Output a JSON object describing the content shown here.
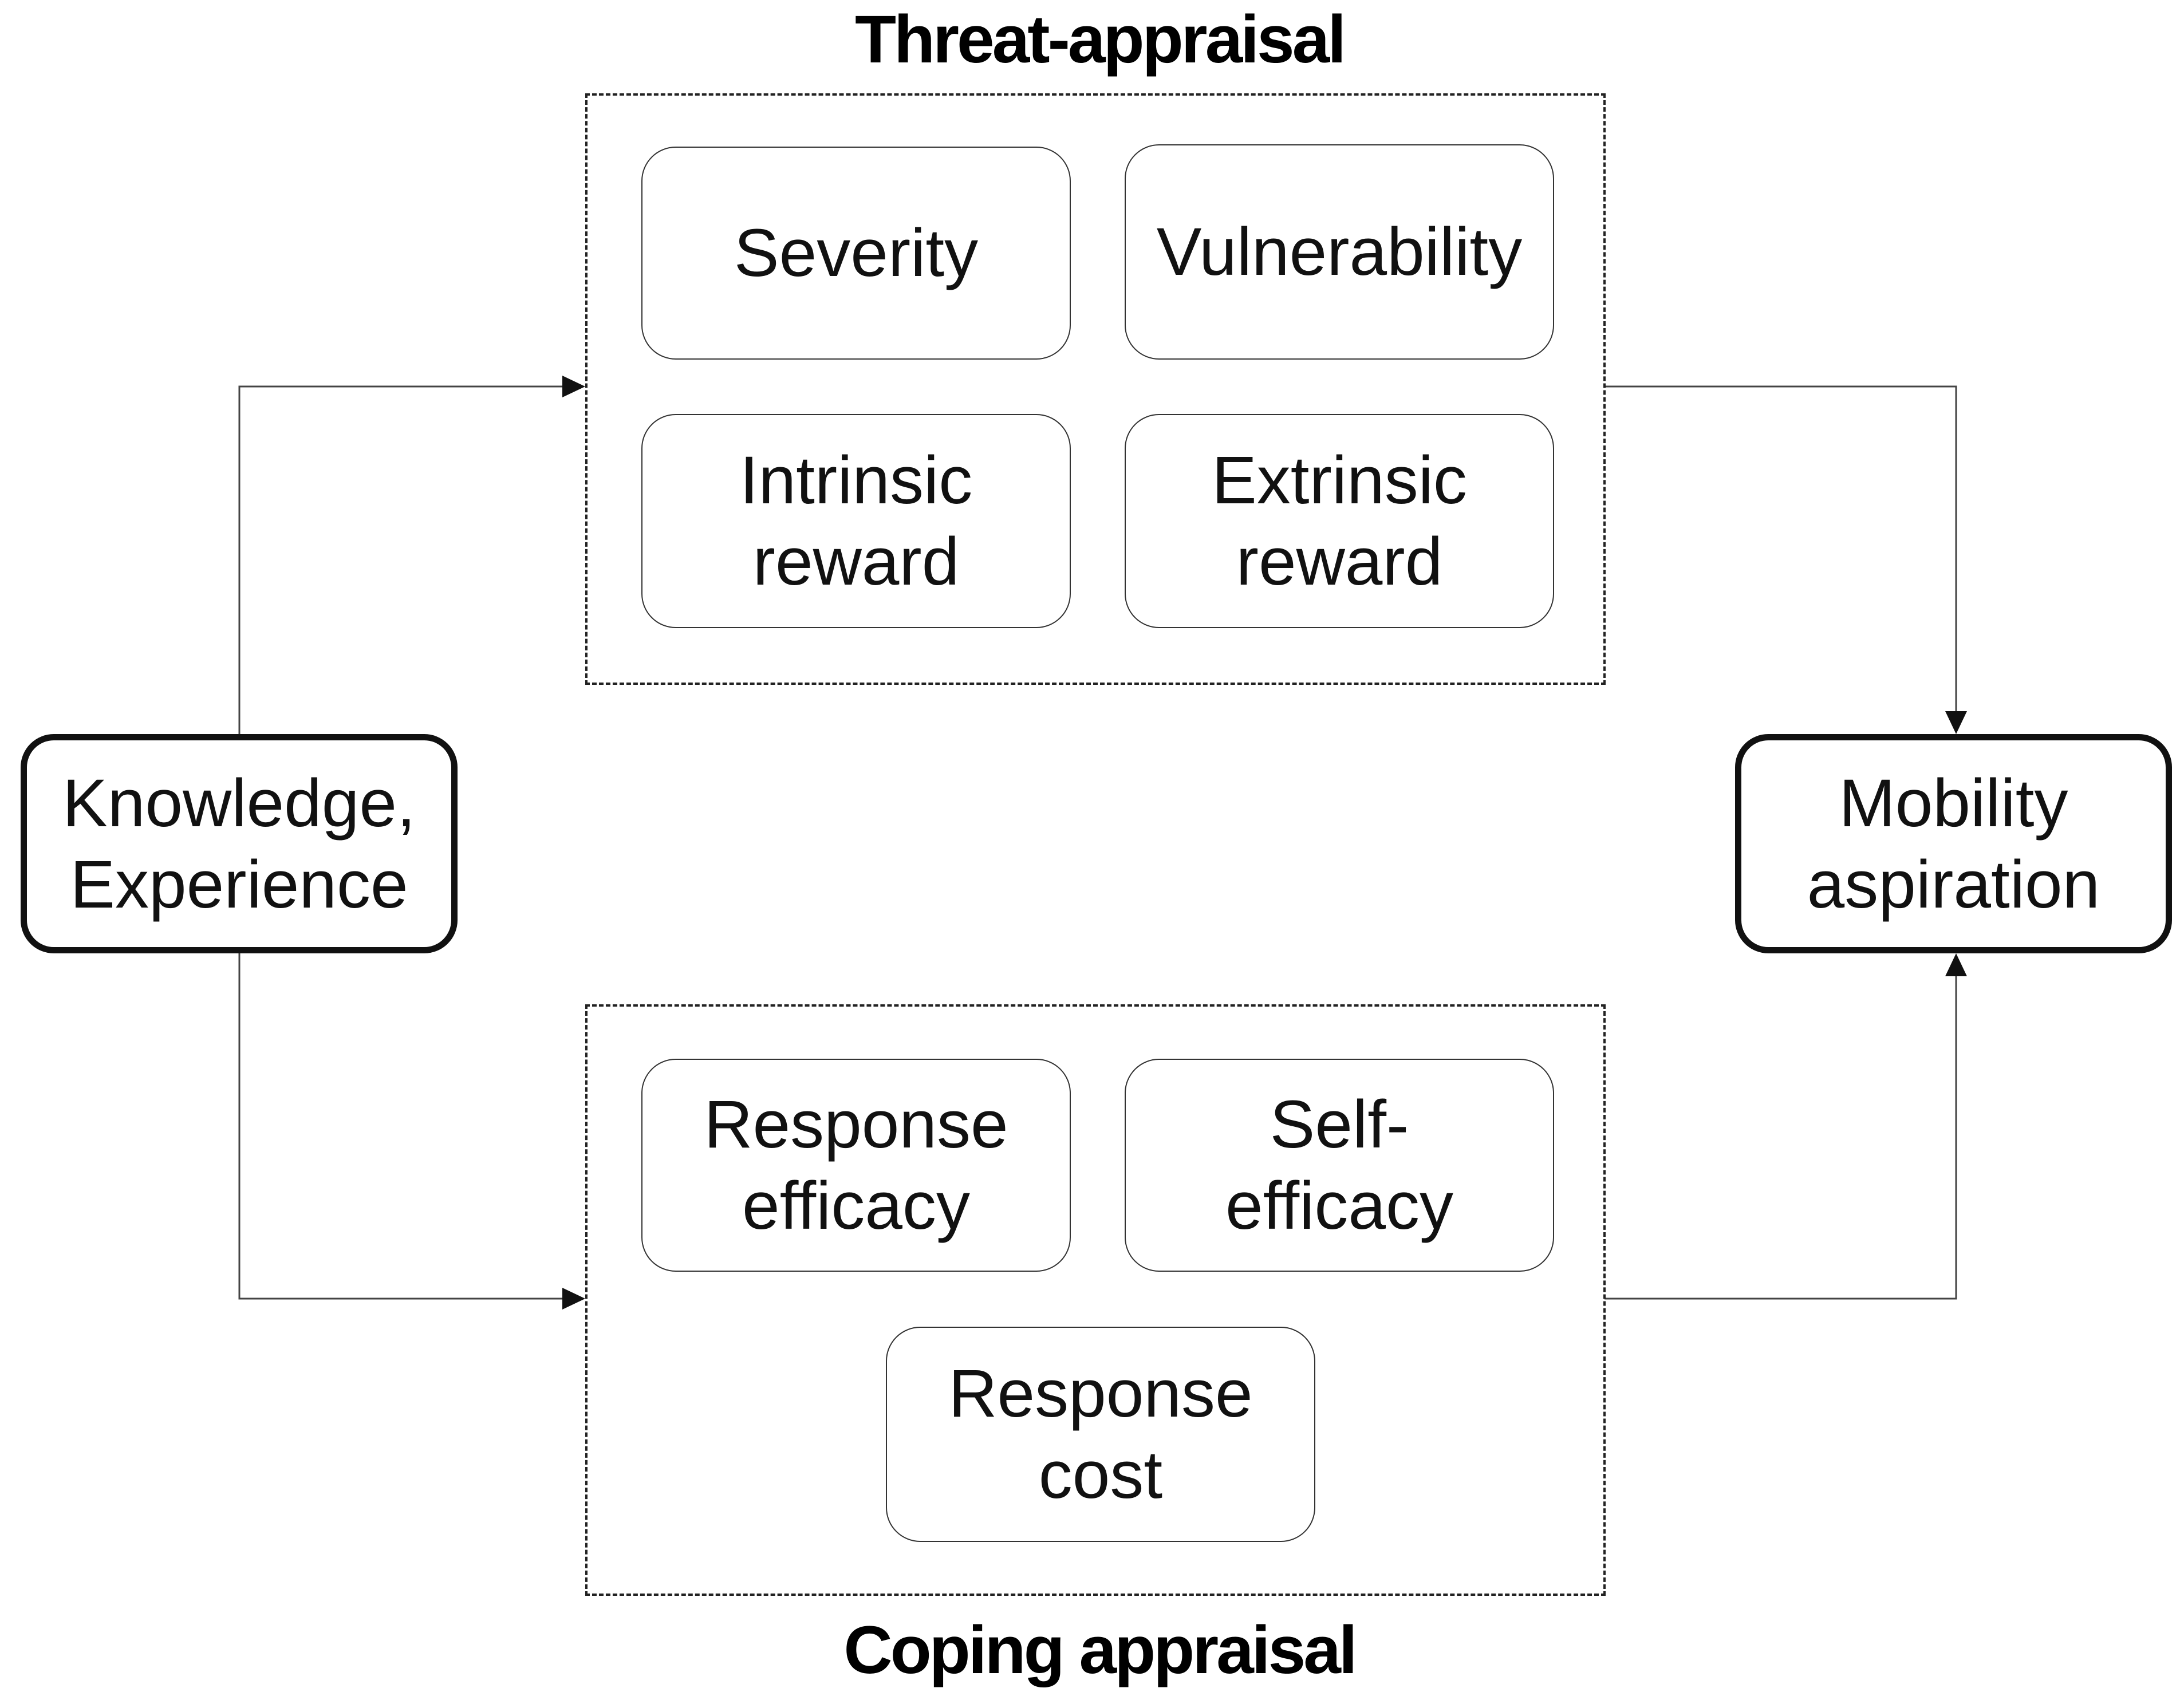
{
  "threat_appraisal": {
    "title": "Threat-appraisal",
    "factors": {
      "severity": [
        "Severity"
      ],
      "vulnerability": [
        "Vulnerability"
      ],
      "intrinsic_reward": [
        "Intrinsic",
        "reward"
      ],
      "extrinsic_reward": [
        "Extrinsic",
        "reward"
      ]
    }
  },
  "coping_appraisal": {
    "title": "Coping appraisal",
    "factors": {
      "response_efficacy": [
        "Response",
        "efficacy"
      ],
      "self_efficacy": [
        "Self-",
        "efficacy"
      ],
      "response_cost": [
        "Response",
        "cost"
      ]
    }
  },
  "input": {
    "label": [
      "Knowledge,",
      "Experience"
    ]
  },
  "output": {
    "label": [
      "Mobility",
      "aspiration"
    ]
  }
}
